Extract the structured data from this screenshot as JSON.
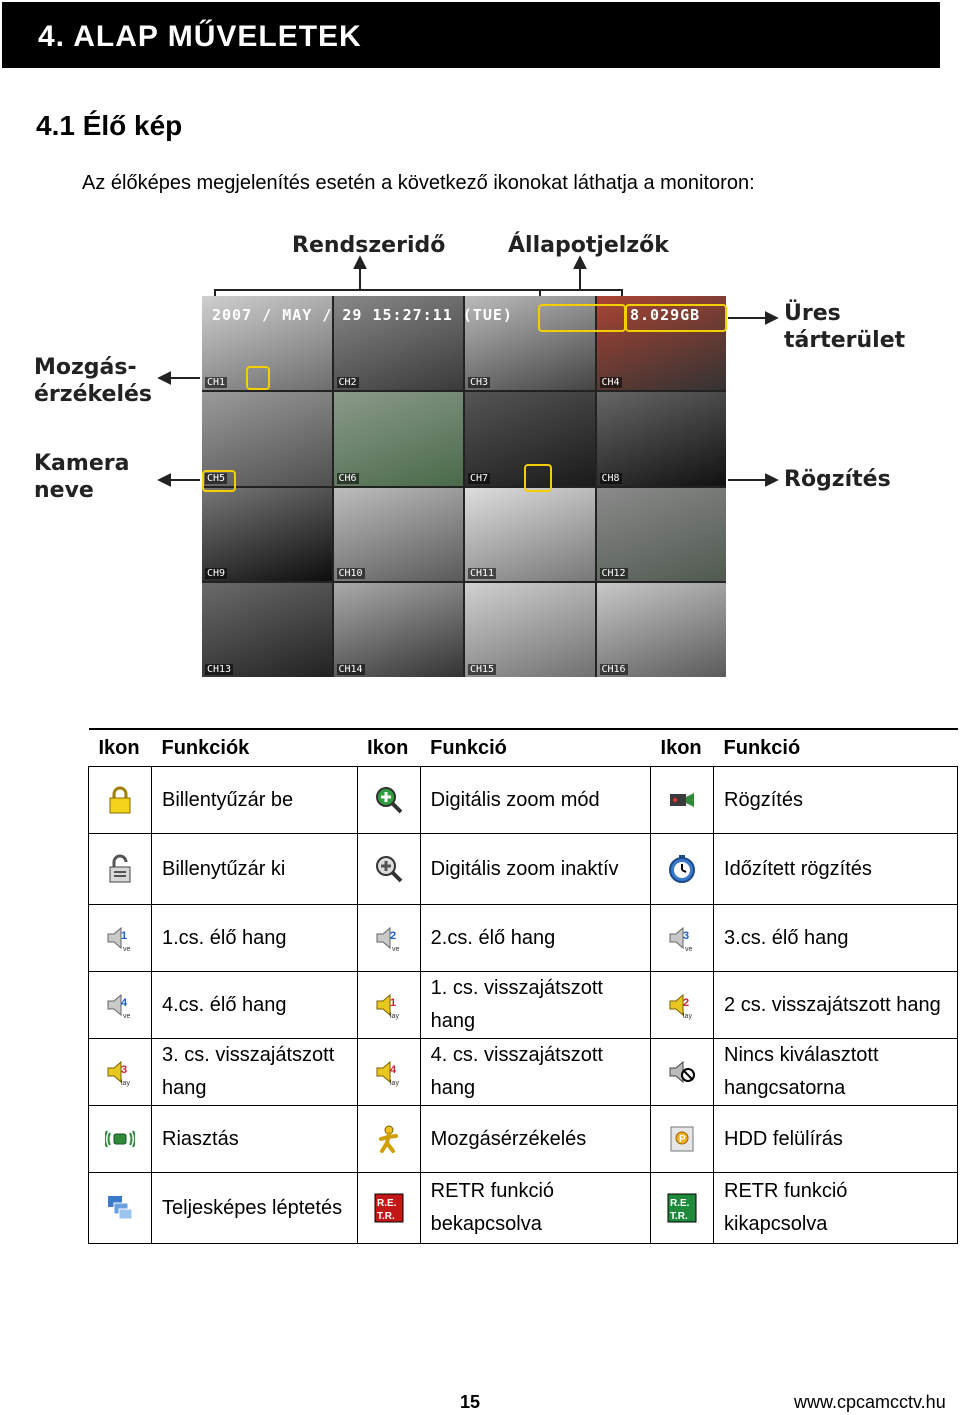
{
  "header": {
    "title": "4. ALAP MŰVELETEK"
  },
  "section": {
    "title": "4.1 Élő kép",
    "intro": "Az élőképes megjelenítés esetén a következő ikonokat láthatja a monitoron:"
  },
  "figure": {
    "callouts": {
      "system_time": "Rendszeridő",
      "status": "Állapotjelzők",
      "free_space": "Üres\ntárterület",
      "motion": "Mozgás-\nérzékelés",
      "camera_name": "Kamera\nneve",
      "recording": "Rögzítés"
    },
    "osd": {
      "datetime": "2007 / MAY / 29 15:27:11 (TUE)",
      "storage": "8.029GB"
    },
    "channels": [
      "CH1",
      "CH2",
      "CH3",
      "CH4",
      "CH5",
      "CH6",
      "CH7",
      "CH8",
      "CH9",
      "CH10",
      "CH11",
      "CH12",
      "CH13",
      "CH14",
      "CH15",
      "CH16"
    ]
  },
  "table": {
    "headers": [
      "Ikon",
      "Funkciók",
      "Ikon",
      "Funkció",
      "Ikon",
      "Funkció"
    ],
    "rows": [
      [
        "lock-on-icon",
        "Billentyűzár be",
        "zoom-in-icon",
        "Digitális zoom mód",
        "record-camera-icon",
        "Rögzítés"
      ],
      [
        "lock-off-icon",
        "Billenytűzár ki",
        "zoom-inactive-icon",
        "Digitális zoom inaktív",
        "timer-icon",
        "Időzített rögzítés"
      ],
      [
        "speaker-live-1-icon",
        "1.cs. élő hang",
        "speaker-live-2-icon",
        "2.cs. élő hang",
        "speaker-live-3-icon",
        "3.cs. élő hang"
      ],
      [
        "speaker-live-4-icon",
        "4.cs. élő hang",
        "speaker-play-1-icon",
        "1. cs. visszajátszott hang",
        "speaker-play-2-icon",
        "2 cs. visszajátszott hang"
      ],
      [
        "speaker-play-3-icon",
        "3. cs. visszajátszott hang",
        "speaker-play-4-icon",
        "4. cs. visszajátszott hang",
        "speaker-none-icon",
        "Nincs kiválasztott hangcsatorna"
      ],
      [
        "alarm-icon",
        "Riasztás",
        "motion-icon",
        "Mozgásérzékelés",
        "hdd-overwrite-icon",
        "HDD felülírás"
      ],
      [
        "fullscreen-sequence-icon",
        "Teljesképes léptetés",
        "retr-on-icon",
        "RETR funkció bekapcsolva",
        "retr-off-icon",
        "RETR funkció kikapcsolva"
      ]
    ]
  },
  "footer": {
    "page": "15",
    "site": "www.cpcamcctv.hu"
  }
}
